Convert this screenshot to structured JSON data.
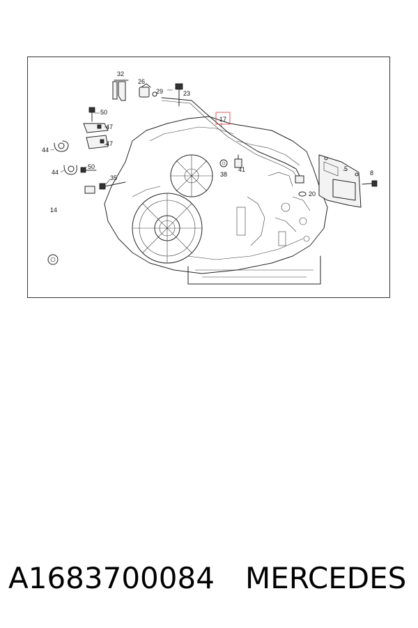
{
  "diagram": {
    "callouts": [
      "32",
      "26",
      "29",
      "23",
      "50",
      "47",
      "47",
      "44",
      "44",
      "50",
      "35",
      "14",
      "17",
      "38",
      "41",
      "5",
      "8",
      "20"
    ],
    "highlight_color": "#e05a5a",
    "highlighted_callout": "17"
  },
  "footer": {
    "part_number": "A1683700084",
    "brand": "MERCEDES"
  }
}
